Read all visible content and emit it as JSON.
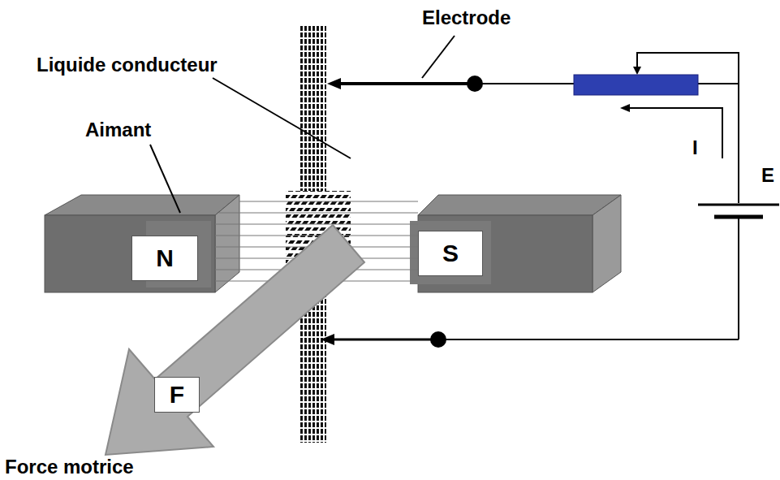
{
  "diagram": {
    "nodes": [
      {
        "text": [
          "N"
        ]
      },
      {
        "text": [
          "S"
        ]
      },
      {
        "text": [
          "F"
        ]
      }
    ],
    "labels": [
      "Electrode",
      "Liquide conducteur",
      "Aimant",
      "I",
      "E",
      "Force motrice"
    ]
  }
}
